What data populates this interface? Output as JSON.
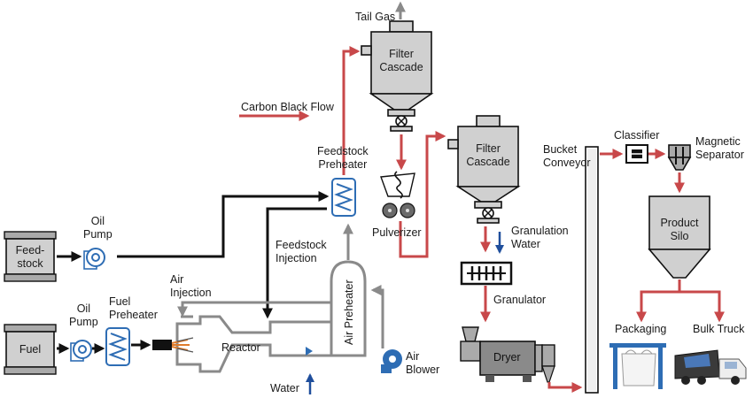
{
  "labels": {
    "tail_gas": "Tail Gas",
    "carbon_black_flow": "Carbon Black Flow",
    "filter_cascade_1": [
      "Filter",
      "Cascade"
    ],
    "filter_cascade_2": [
      "Filter",
      "Cascade"
    ],
    "feedstock_preheater": [
      "Feedstock",
      "Preheater"
    ],
    "pulverizer": "Pulverizer",
    "granulation_water": [
      "Granulation",
      "Water"
    ],
    "granulator": "Granulator",
    "dryer": "Dryer",
    "bucket_conveyor": [
      "Bucket",
      "Conveyor"
    ],
    "classifier": "Classifier",
    "magnetic_separator": [
      "Magnetic",
      "Separator"
    ],
    "product_silo": [
      "Product",
      "Silo"
    ],
    "packaging": "Packaging",
    "bulk_truck": "Bulk Truck",
    "feedstock_tank": [
      "Feed-",
      "stock"
    ],
    "fuel_tank": "Fuel",
    "oil_pump_1": [
      "Oil",
      "Pump"
    ],
    "oil_pump_2": [
      "Oil",
      "Pump"
    ],
    "fuel_preheater": [
      "Fuel",
      "Preheater"
    ],
    "air_injection": [
      "Air",
      "Injection"
    ],
    "feedstock_injection": [
      "Feedstock",
      "Injection"
    ],
    "reactor": "Reactor",
    "air_preheater": "Air Preheater",
    "air_blower": [
      "Air",
      "Blower"
    ],
    "water": "Water"
  },
  "colors": {
    "carbon_black_flow": "#c8484a",
    "feedstock_oil_flow": "#111111",
    "air_flow": "#8a8a8a",
    "water_flow": "#1f4e9c",
    "equipment_fill": "#d0d0d0",
    "exchanger_blue": "#2e6db4"
  }
}
